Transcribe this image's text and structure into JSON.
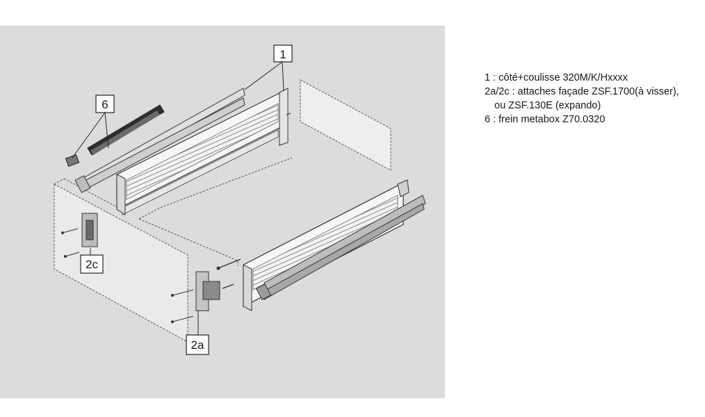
{
  "callouts": {
    "one": "1",
    "six": "6",
    "two_c": "2c",
    "two_a": "2a"
  },
  "legend": {
    "line1": "1 : côté+coulisse 320M/K/Hxxxx",
    "line2": "2a/2c : attaches façade ZSF.1700(à visser),",
    "line3": "ou ZSF.130E  (expando)",
    "line4": "6 : frein metabox Z70.0320"
  },
  "colors": {
    "panel_bg": "#dcdcdc",
    "line": "#3a3a3a",
    "fill": "#efefef",
    "dark": "#555555"
  }
}
